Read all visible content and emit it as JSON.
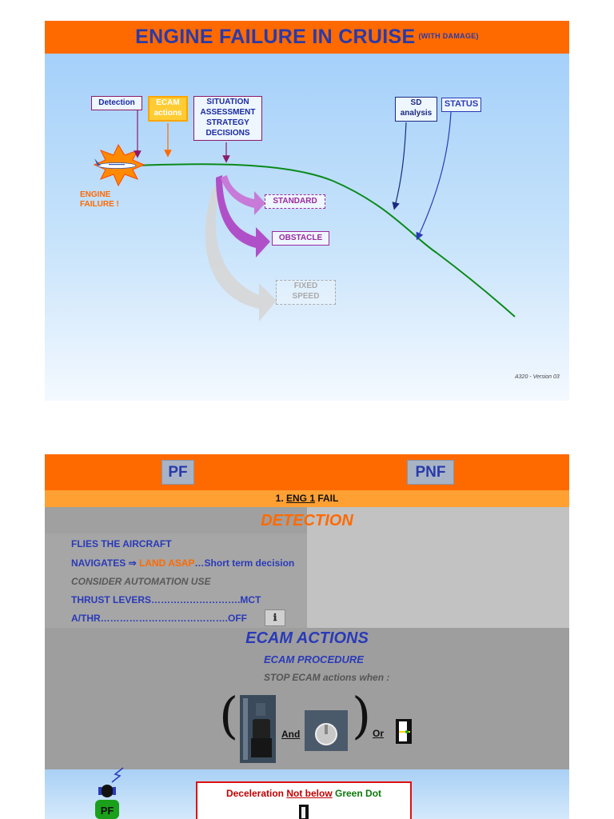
{
  "slide1": {
    "title": "ENGINE FAILURE IN CRUISE",
    "title_suffix": "(WITH DAMAGE)",
    "labels": {
      "detection": "Detection",
      "ecam_l1": "ECAM",
      "ecam_l2": "actions",
      "situation_l1": "SITUATION",
      "situation_l2": "ASSESSMENT",
      "situation_l3": "STRATEGY",
      "situation_l4": "DECISIONS",
      "sd_l1": "SD",
      "sd_l2": "analysis",
      "status": "STATUS",
      "engine_l1": "ENGINE",
      "engine_l2": "FAILURE !",
      "standard": "STANDARD",
      "obstacle": "OBSTACLE",
      "fixed_l1": "FIXED",
      "fixed_l2": "SPEED"
    },
    "version": "A320 - Version 03",
    "colors": {
      "title_bar": "#ff6a00",
      "title_text": "#2a3aa8",
      "flight_path": "#0a8a1a",
      "strategy": "#b050c8"
    }
  },
  "slide2": {
    "pf": "PF",
    "pnf": "PNF",
    "subheader": {
      "prefix": "1. ",
      "eng": "ENG 1",
      "suffix": " FAIL"
    },
    "detection_title": "DETECTION",
    "lines": {
      "flies": "FLIES THE AIRCRAFT",
      "navigates": "NAVIGATES",
      "nav_arrow": "⇒",
      "land_asap": "LAND ASAP",
      "short_term": "…Short term decision",
      "automation": "CONSIDER AUTOMATION USE",
      "thrust": "THRUST LEVERS……………………….MCT",
      "athr": "A/THR………………………………….OFF"
    },
    "info_icon": "ℹ",
    "ecam_title": "ECAM ACTIONS",
    "ecam_procedure": "ECAM PROCEDURE",
    "stop_text": "STOP ECAM actions when :",
    "and_text": "And",
    "or_text": "Or",
    "decel": {
      "prefix": "Deceleration ",
      "not_below": "Not below",
      "green": " Green Dot"
    },
    "pilot_label": "PF"
  }
}
